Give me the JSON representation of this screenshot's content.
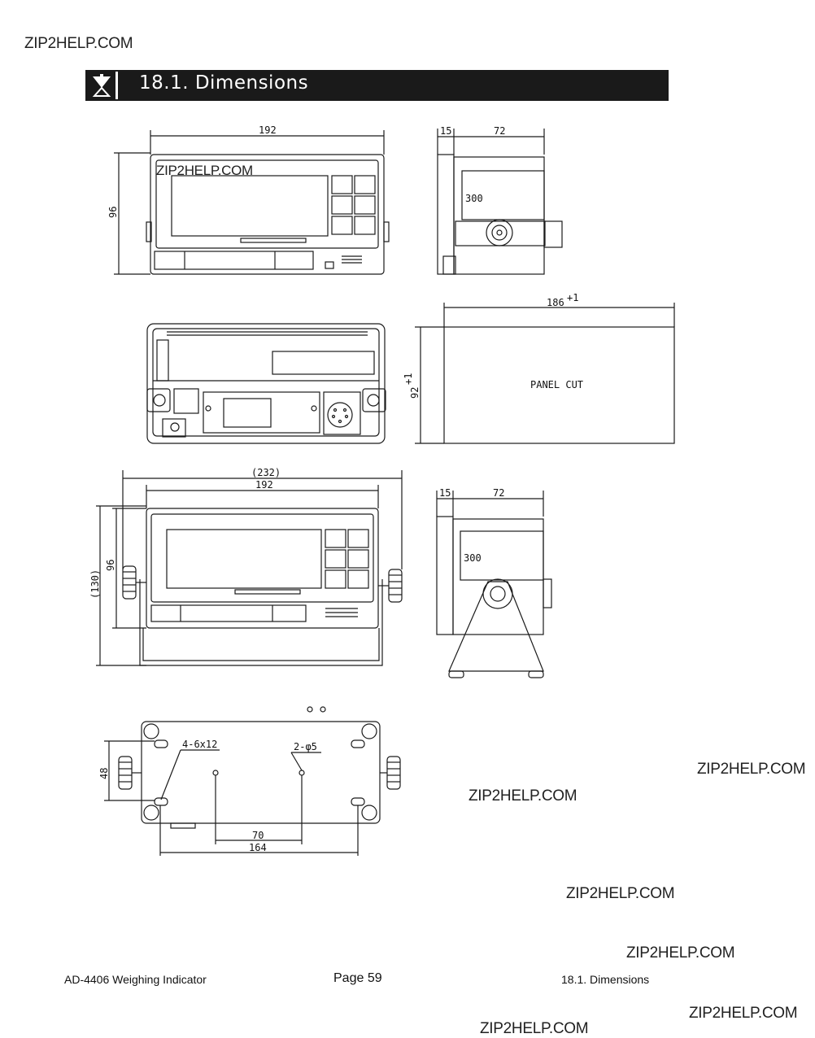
{
  "watermark": "ZIP2HELP.COM",
  "header": {
    "title": "18.1.  Dimensions"
  },
  "dimensions": {
    "front_width": "192",
    "front_height": "96",
    "side_depth_front": "15",
    "side_depth": "72",
    "panel_cut_width": "186",
    "panel_cut_width_tol": "+1",
    "panel_cut_height": "92",
    "panel_cut_height_tol": "+1",
    "panel_cut_label": "PANEL CUT",
    "stand_width": "(232)",
    "stand_front_width": "192",
    "stand_front_height": "96",
    "stand_height": "(130)",
    "stand_side_front": "15",
    "stand_side_depth": "72",
    "bottom_slot": "4-6x12",
    "bottom_hole": "2-φ5",
    "bottom_hole_spacing": "70",
    "bottom_slot_spacing": "164",
    "bottom_depth": "48"
  },
  "footer": {
    "left": "AD-4406 Weighing Indicator",
    "center": "Page 59",
    "right": "18.1. Dimensions"
  }
}
